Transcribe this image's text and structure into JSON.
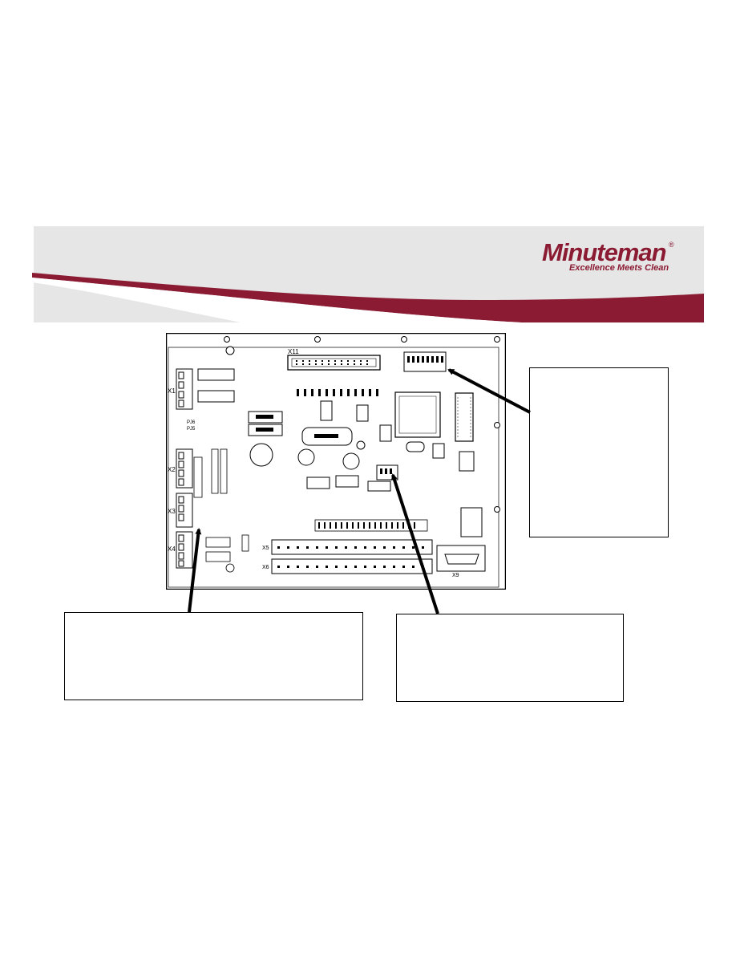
{
  "logo": {
    "brand": "Minuteman",
    "registered": "®",
    "tagline": "Excellence Meets Clean",
    "brand_color": "#8b1b33"
  },
  "header": {
    "band_color": "#e6e6e6",
    "swoosh_color": "#8b1b33"
  },
  "board": {
    "connector_labels": [
      "X1",
      "X2",
      "X3",
      "X4",
      "X5",
      "X6",
      "X9",
      "X11"
    ],
    "jumper_labels": [
      "PJ6",
      "PJ5"
    ]
  },
  "callouts": [
    {
      "id": "right",
      "text": ""
    },
    {
      "id": "bottom-left",
      "text": ""
    },
    {
      "id": "bottom-right",
      "text": ""
    }
  ]
}
